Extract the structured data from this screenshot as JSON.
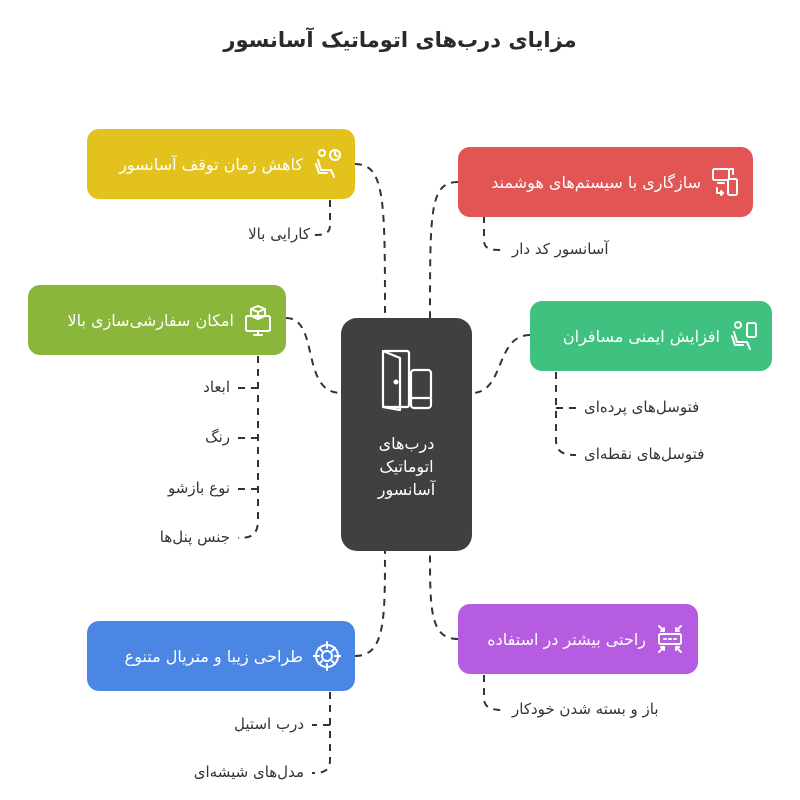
{
  "title": "مزایای درب‌های اتوماتیک آسانسور",
  "center": {
    "label": "درب‌های\nاتوماتیک\nآسانسور",
    "icon": "door-icon"
  },
  "colors": {
    "center": "#404040",
    "yellow": "#E3C21D",
    "red": "#E25555",
    "olive": "#8BB63C",
    "green": "#3FC27F",
    "blue": "#4B86E5",
    "purple": "#B65CE0",
    "connector": "#333333"
  },
  "branches": [
    {
      "id": "idle",
      "label": "کاهش زمان توقف آسانسور",
      "icon": "seat-clock-icon",
      "color": "#E3C21D",
      "items": [
        "کارایی بالا"
      ]
    },
    {
      "id": "smart",
      "label": "سازگاری با سیستم‌های هوشمند",
      "icon": "devices-sync-icon",
      "color": "#E25555",
      "items": [
        "آسانسور کد دار"
      ]
    },
    {
      "id": "custom",
      "label": "امکان سفارشی‌سازی بالا",
      "icon": "monitor-box-icon",
      "color": "#8BB63C",
      "items": [
        "ابعاد",
        "رنگ",
        "نوع بازشو",
        "جنس پنل‌ها"
      ]
    },
    {
      "id": "safety",
      "label": "افزایش ایمنی مسافران",
      "icon": "passenger-seat-icon",
      "color": "#3FC27F",
      "items": [
        "فتوسل‌های پرده‌ای",
        "فتوسل‌های نقطه‌ای"
      ]
    },
    {
      "id": "design",
      "label": "طراحی زیبا و متریال متنوع",
      "icon": "target-icon",
      "color": "#4B86E5",
      "items": [
        "درب استیل",
        "مدل‌های شیشه‌ای"
      ]
    },
    {
      "id": "comfort",
      "label": "راحتی بیشتر در استفاده",
      "icon": "door-arrows-icon",
      "color": "#B65CE0",
      "items": [
        "باز و بسته شدن خودکار"
      ]
    }
  ]
}
